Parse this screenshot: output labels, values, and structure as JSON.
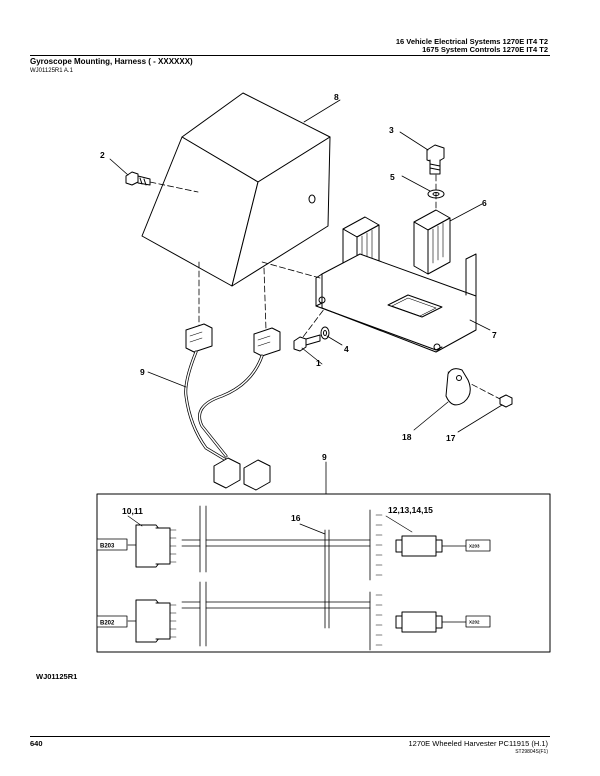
{
  "header": {
    "line1": "16 Vehicle Electrical Systems 1270E IT4 T2",
    "line2": "1675 System Controls 1270E IT4 T2"
  },
  "title": "Gyroscope Mounting, Harness ( - XXXXXX)",
  "reference": "WJ01125R1 A.1",
  "callouts": {
    "c1": "1",
    "c2": "2",
    "c3": "3",
    "c4": "4",
    "c5": "5",
    "c6": "6",
    "c7": "7",
    "c8": "8",
    "c9_top": "9",
    "c9_bottom": "9",
    "c10_11": "10,11",
    "c12_15": "12,13,14,15",
    "c16": "16",
    "c17": "17",
    "c18": "18"
  },
  "connectors": {
    "b203": "B203",
    "b202": "B202",
    "x203": "X203",
    "x202": "X202"
  },
  "figure_ref": "WJ01125R1",
  "footer": {
    "page_number": "640",
    "doc": "1270E Wheeled Harvester   PC11915   (H.1)",
    "code": "ST29804S(F1)"
  }
}
